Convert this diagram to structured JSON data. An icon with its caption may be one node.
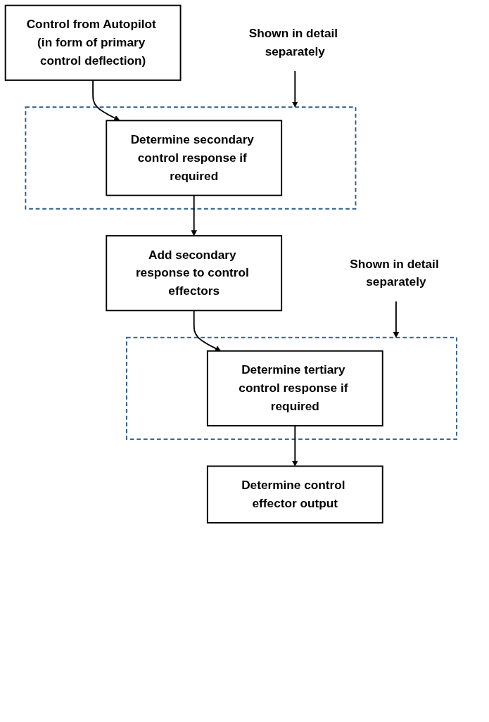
{
  "diagram": {
    "nodes": [
      {
        "text": [
          "Control from Autopilot (in form of primary control deflection)"
        ]
      },
      {
        "text": [],
        "shape": "box"
      },
      {
        "text": [
          "Determine secondary control response if required"
        ],
        "in": 1
      },
      {
        "text": [
          "Shown in detail separately"
        ]
      },
      {
        "text": [
          "Add secondary response to control effectors"
        ]
      },
      {
        "text": [],
        "shape": "box"
      },
      {
        "text": [
          "Determine tertiary control response if required"
        ],
        "in": 5
      },
      {
        "text": [
          "Shown in detail separately"
        ]
      },
      {
        "text": [
          "Determine control effector output"
        ]
      }
    ],
    "edges": [
      {
        "from": 0,
        "to": 2,
        "arrow": "to"
      },
      {
        "from": 3,
        "to": 1,
        "arrow": "to"
      },
      {
        "from": 2,
        "to": 4,
        "arrow": "to"
      },
      {
        "from": 4,
        "to": 6,
        "arrow": "to"
      },
      {
        "from": 7,
        "to": 5,
        "arrow": "to"
      },
      {
        "from": 6,
        "to": 8,
        "arrow": "to"
      }
    ]
  }
}
